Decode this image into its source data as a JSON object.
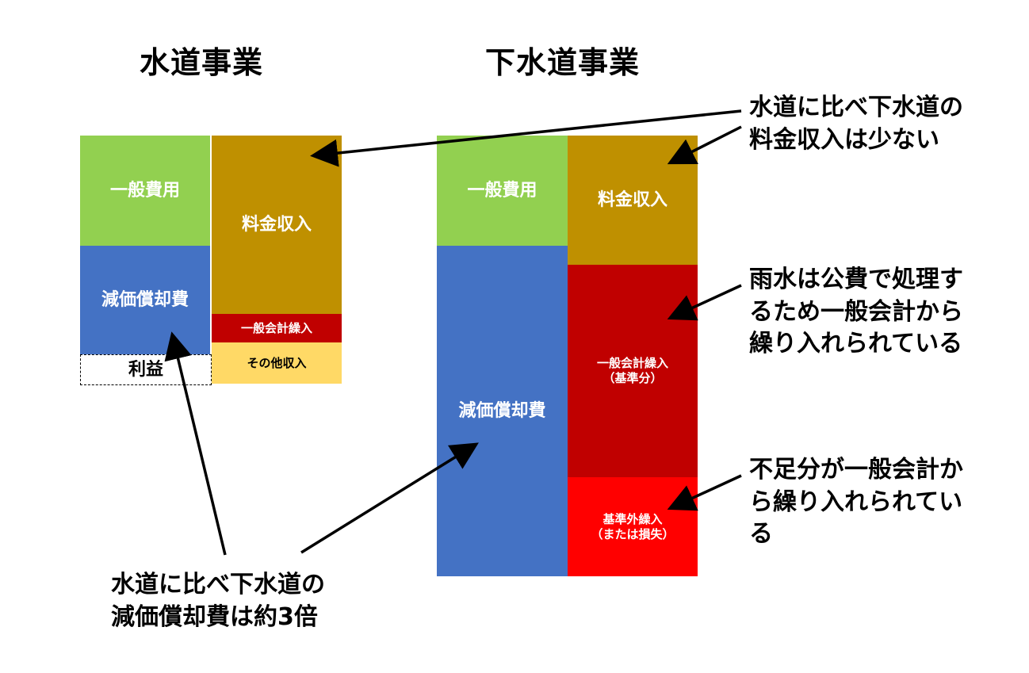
{
  "titles": {
    "water": "水道事業",
    "sewer": "下水道事業"
  },
  "water": {
    "general_costs": "一般費用",
    "depreciation": "減価償却費",
    "profit": "利益",
    "fee_income": "料金収入",
    "general_account_transfer": "一般会計繰入",
    "other_income": "その他収入"
  },
  "sewer": {
    "general_costs": "一般費用",
    "depreciation": "減価償却費",
    "fee_income": "料金収入",
    "standard_transfer_line1": "一般会計繰入",
    "standard_transfer_line2": "（基準分）",
    "extra_transfer_line1": "基準外繰入",
    "extra_transfer_line2": "（または損失）"
  },
  "notes": {
    "fee_comparison": [
      "水道に比べ下水道の",
      "料金収入は少ない"
    ],
    "rainwater": [
      "雨水は公費で処理す",
      "るため一般会計から",
      "繰り入れられている"
    ],
    "shortfall": [
      "不足分が一般会計か",
      "ら繰り入れられてい",
      "る"
    ],
    "depreciation_comparison": [
      "水道に比べ下水道の",
      "減価償却費は約3倍"
    ]
  },
  "colors": {
    "green": "#92D050",
    "blue": "#4472C4",
    "gold": "#BF9000",
    "dark_red": "#C00000",
    "yellow": "#FFD966",
    "red": "#FF0000"
  }
}
